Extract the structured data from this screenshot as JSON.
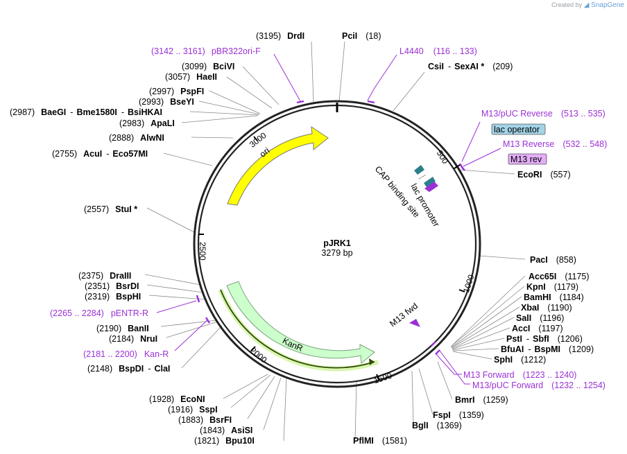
{
  "brand": {
    "created_by": "Created by",
    "logo": "SnapGene"
  },
  "plasmid": {
    "name": "pJRK1",
    "length": "3279 bp"
  },
  "ticks": [
    {
      "pos": 500,
      "label": "500"
    },
    {
      "pos": 1000,
      "label": "1000"
    },
    {
      "pos": 1500,
      "label": "1500"
    },
    {
      "pos": 2000,
      "label": "2000"
    },
    {
      "pos": 2500,
      "label": "2500"
    },
    {
      "pos": 3000,
      "label": "3000"
    }
  ],
  "enzymes": [
    {
      "name": "DrdI",
      "loc": "(3195)",
      "pos": 3195
    },
    {
      "name": "PciI",
      "loc": "(18)",
      "pos": 18
    },
    {
      "name": "CsiI",
      "sep": "-",
      "name2": "SexAI *",
      "loc": "(209)",
      "pos": 209
    },
    {
      "name": "EcoRI",
      "loc": "(557)",
      "pos": 557
    },
    {
      "name": "PacI",
      "loc": "(858)",
      "pos": 858
    },
    {
      "name": "Acc65I",
      "loc": "(1175)",
      "pos": 1175
    },
    {
      "name": "KpnI",
      "loc": "(1179)",
      "pos": 1179
    },
    {
      "name": "BamHI",
      "loc": "(1184)",
      "pos": 1184
    },
    {
      "name": "XbaI",
      "loc": "(1190)",
      "pos": 1190
    },
    {
      "name": "SalI",
      "loc": "(1196)",
      "pos": 1196
    },
    {
      "name": "AccI",
      "loc": "(1197)",
      "pos": 1197
    },
    {
      "name": "PstI",
      "sep": "-",
      "name2": "SbfI",
      "loc": "(1206)",
      "pos": 1206
    },
    {
      "name": "BfuAI",
      "sep": "-",
      "name2": "BspMI",
      "loc": "(1209)",
      "pos": 1209
    },
    {
      "name": "SphI",
      "loc": "(1212)",
      "pos": 1212
    },
    {
      "name": "BmrI",
      "loc": "(1259)",
      "pos": 1259
    },
    {
      "name": "FspI",
      "loc": "(1359)",
      "pos": 1359
    },
    {
      "name": "BglI",
      "loc": "(1369)",
      "pos": 1369
    },
    {
      "name": "PflMI",
      "loc": "(1581)",
      "pos": 1581
    },
    {
      "name": "Bpu10I",
      "loc": "(1821)",
      "pos": 1821
    },
    {
      "name": "AsiSI",
      "loc": "(1843)",
      "pos": 1843
    },
    {
      "name": "BsrFI",
      "loc": "(1883)",
      "pos": 1883
    },
    {
      "name": "SspI",
      "loc": "(1916)",
      "pos": 1916
    },
    {
      "name": "EcoNI",
      "loc": "(1928)",
      "pos": 1928
    },
    {
      "name": "BspDI",
      "sep": "-",
      "name2": "ClaI",
      "loc": "(2148)",
      "pos": 2148
    },
    {
      "name": "NruI",
      "loc": "(2184)",
      "pos": 2184
    },
    {
      "name": "BanII",
      "loc": "(2190)",
      "pos": 2190
    },
    {
      "name": "BspHI",
      "loc": "(2319)",
      "pos": 2319
    },
    {
      "name": "BsrDI",
      "loc": "(2351)",
      "pos": 2351
    },
    {
      "name": "DraIII",
      "loc": "(2375)",
      "pos": 2375
    },
    {
      "name": "StuI *",
      "loc": "(2557)",
      "pos": 2557
    },
    {
      "name": "AcuI",
      "sep": "-",
      "name2": "Eco57MI",
      "loc": "(2755)",
      "pos": 2755
    },
    {
      "name": "AlwNI",
      "loc": "(2888)",
      "pos": 2888
    },
    {
      "name": "ApaLI",
      "loc": "(2983)",
      "pos": 2983
    },
    {
      "name": "BaeGI",
      "sep": "-",
      "name2": "Bme1580I",
      "sep2": "-",
      "name3": "BsiHKAI",
      "loc": "(2987)",
      "pos": 2987
    },
    {
      "name": "BseYI",
      "loc": "(2993)",
      "pos": 2993
    },
    {
      "name": "PspFI",
      "loc": "(2997)",
      "pos": 2997
    },
    {
      "name": "HaeII",
      "loc": "(3057)",
      "pos": 3057
    },
    {
      "name": "BciVI",
      "loc": "(3099)",
      "pos": 3099
    }
  ],
  "primers": [
    {
      "name": "pBR322ori-F",
      "range": "(3142 .. 3161)"
    },
    {
      "name": "L4440",
      "range": "(116 .. 133)"
    },
    {
      "name": "M13/pUC Reverse",
      "range": "(513 .. 535)"
    },
    {
      "name": "M13 Reverse",
      "range": "(532 .. 548)"
    },
    {
      "name": "M13 Forward",
      "range": "(1223 .. 1240)"
    },
    {
      "name": "M13/pUC Forward",
      "range": "(1232 .. 1254)"
    },
    {
      "name": "pENTR-R",
      "range": "(2265 .. 2284)"
    },
    {
      "name": "Kan-R",
      "range": "(2181 .. 2200)"
    }
  ],
  "features": {
    "ori": "ori",
    "kanr": "KanR",
    "lac_operator": "lac operator",
    "m13_rev": "M13 rev",
    "cap_site": "CAP binding site",
    "lac_promoter": "lac promoter",
    "m13_fwd": "M13 fwd"
  },
  "colors": {
    "ori": "#ffff00",
    "kanr": "#ccffcc",
    "kanr_highlight": "#d9f5b0",
    "primer": "#9b30d6",
    "lac_operator": "#a3d4e8",
    "m13_rev": "#e3aef7",
    "promoter": "#2c7f8c"
  }
}
